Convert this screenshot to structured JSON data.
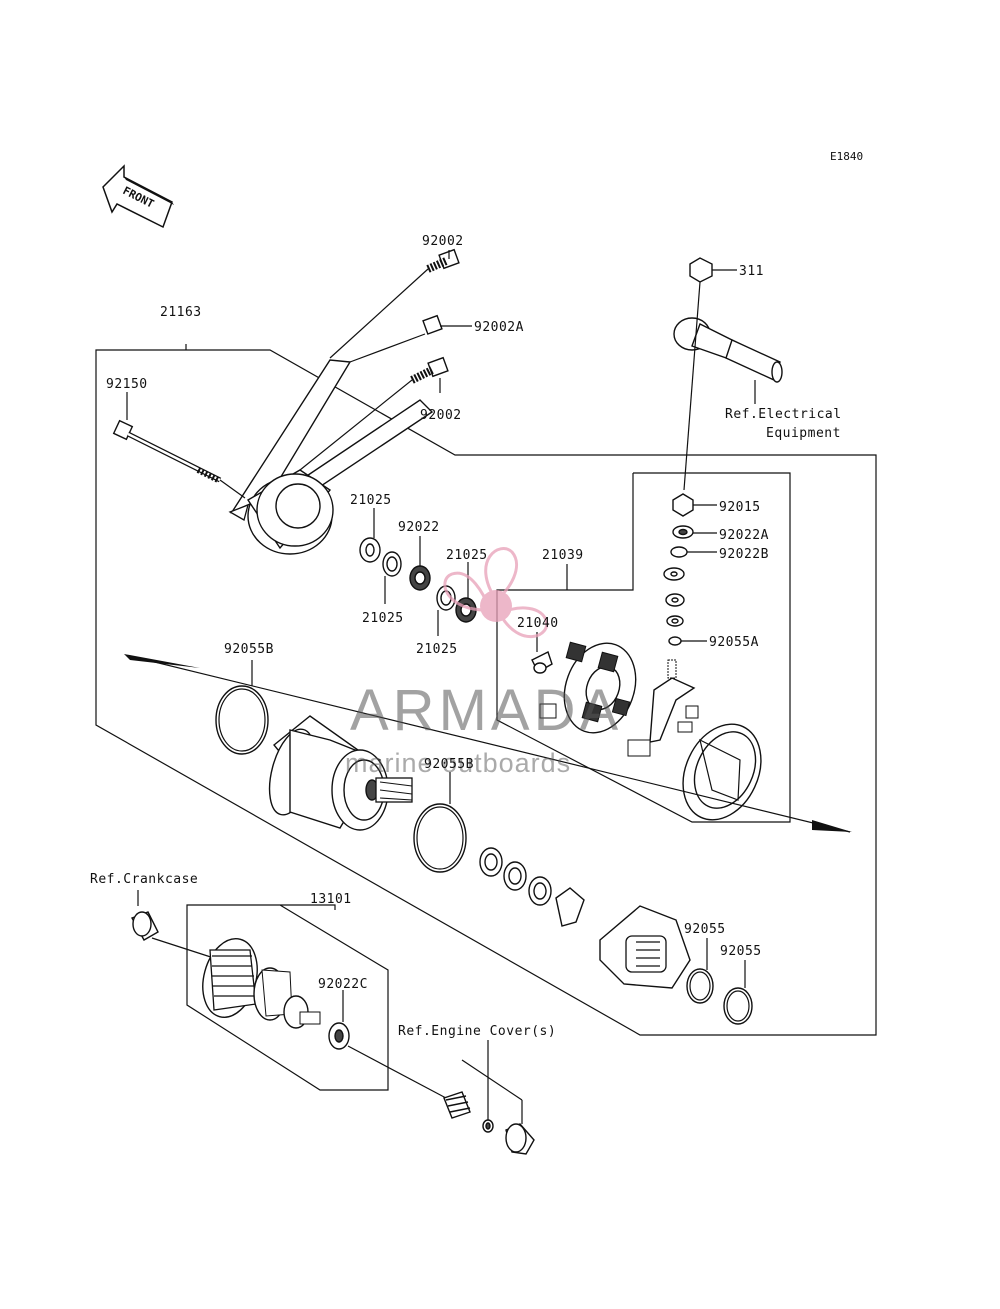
{
  "diagram_code": "E1840",
  "front_arrow_label": "FRONT",
  "watermark": {
    "brand": "ARMADA",
    "tagline": "marine outboards",
    "brand_color": "#e8a0b8"
  },
  "parts": {
    "p21163": "21163",
    "p92002_top": "92002",
    "p92002A": "92002A",
    "p92002_bottom": "92002",
    "p92150": "92150",
    "p311": "311",
    "p92015": "92015",
    "p92022A": "92022A",
    "p92022B": "92022B",
    "p92055A": "92055A",
    "p21025_a": "21025",
    "p92022": "92022",
    "p21025_b": "21025",
    "p21025_c": "21025",
    "p21025_d": "21025",
    "p21039": "21039",
    "p21040": "21040",
    "p92055B_left": "92055B",
    "p92055B_mid": "92055B",
    "p13101": "13101",
    "p92022C": "92022C",
    "p92055_a": "92055",
    "p92055_b": "92055"
  },
  "references": {
    "electrical_line1": "Ref.Electrical",
    "electrical_line2": "Equipment",
    "crankcase": "Ref.Crankcase",
    "engine_cover": "Ref.Engine Cover(s)"
  }
}
